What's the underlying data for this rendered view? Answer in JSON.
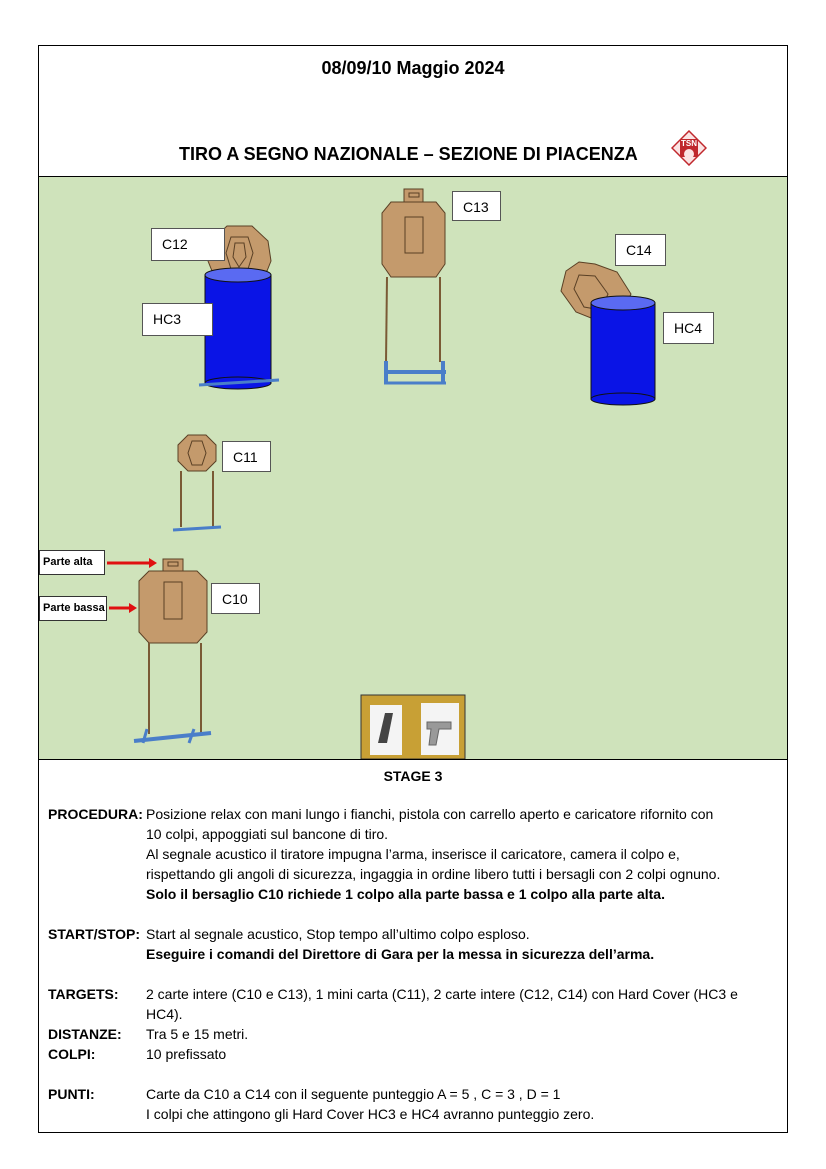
{
  "header": {
    "date": "08/09/10 Maggio 2024",
    "organization": "TIRO A SEGNO NAZIONALE – SEZIONE DI PIACENZA",
    "logo_text": "TSN"
  },
  "layout": {
    "targets": {
      "c10": "C10",
      "c11": "C11",
      "c12": "C12",
      "c13": "C13",
      "c14": "C14",
      "hc3": "HC3",
      "hc4": "HC4"
    },
    "upper_part_label": "Parte alta",
    "lower_part_label": "Parte bassa",
    "colors": {
      "field": "#cfe3bb",
      "cardboard": "#c49a6c",
      "hard_cover": "#0a14e6",
      "stand": "#4a7ec9",
      "arrow": "#e01010",
      "table": "#c8a035"
    }
  },
  "stage": {
    "title": "STAGE 3",
    "procedura_label": "PROCEDURA:",
    "procedura_lines": [
      "Posizione relax con mani lungo i fianchi, pistola con carrello aperto e caricatore rifornito con",
      "10 colpi, appoggiati sul bancone di tiro.",
      "Al segnale acustico il tiratore impugna l’arma, inserisce il caricatore, camera il colpo e,",
      "rispettando gli angoli di sicurezza, ingaggia in ordine libero tutti i bersagli con 2 colpi ognuno."
    ],
    "procedura_bold": "Solo il bersaglio C10 richiede 1 colpo alla parte bassa e 1 colpo alla parte alta.",
    "startstop_label": "START/STOP:",
    "startstop_text": "Start al segnale acustico, Stop tempo all’ultimo colpo esploso.",
    "startstop_bold": "Eseguire i comandi del Direttore di Gara per la messa in sicurezza dell’arma.",
    "targets_label": "TARGETS:",
    "targets_lines": [
      "2 carte intere (C10 e C13), 1 mini carta (C11), 2 carte intere (C12, C14) con Hard Cover (HC3 e",
      "HC4)."
    ],
    "distanze_label": "DISTANZE:",
    "distanze_text": "Tra 5 e 15 metri.",
    "colpi_label": "COLPI:",
    "colpi_text": "10 prefissato",
    "punti_label": "PUNTI:",
    "punti_lines": [
      "Carte da C10 a C14  con il seguente punteggio A = 5 , C = 3 , D = 1",
      "I colpi che attingono gli Hard Cover HC3 e HC4 avranno punteggio zero."
    ]
  }
}
